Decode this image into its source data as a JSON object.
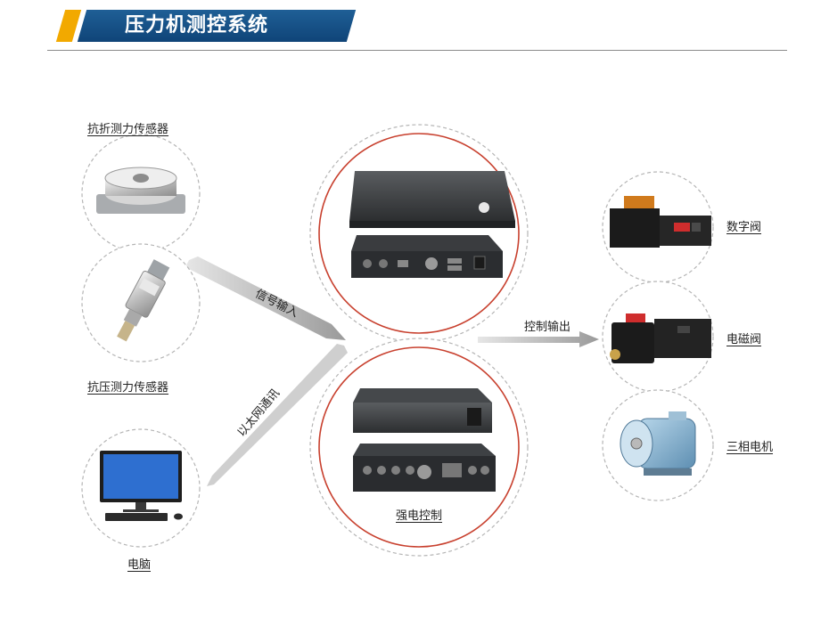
{
  "header": {
    "title": "压力机测控系统"
  },
  "nodes": {
    "sensor_bending": "抗折测力传感器",
    "sensor_compression": "抗压测力传感器",
    "computer": "电脑",
    "strong_control": "强电控制",
    "digital_valve": "数字阀",
    "solenoid_valve": "电磁阀",
    "motor": "三相电机"
  },
  "flows": {
    "signal_input": "信号输入",
    "ethernet": "以太网通讯",
    "control_output": "控制输出"
  },
  "colors": {
    "header_blue": "#15558d",
    "header_accent": "#f2a900",
    "ring_red": "#c8402e",
    "dash_gray": "#b5b5b5"
  }
}
